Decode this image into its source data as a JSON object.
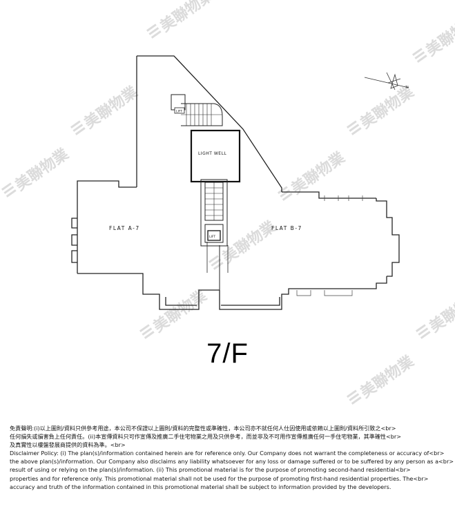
{
  "plan": {
    "floor_label": "7/F",
    "flats": [
      {
        "label": "FLAT A-7"
      },
      {
        "label": "FLAT B-7"
      }
    ],
    "rooms": {
      "light_well": "LIGHT WELL",
      "lift_upper": "LIFT",
      "lift_lower": "LIFT"
    }
  },
  "watermark": {
    "text": "美聯物業"
  },
  "disclaimer": {
    "lines": [
      "免責聲明:(i)以上圖則/資料只供參考用途，本公司不保證以上圖則/資料的完整性或準確性，本公司亦不就任何人仕因使用或依賴以上圖則/資料所引致之<br>",
      "任何損失或損害負上任何責任。(ii)本宣傳資料只可作宣傳及推廣二手住宅物業之用及只供參考，而並非及不可用作宣傳推廣任何一手住宅物業，其準確性<br>",
      "及真實性以樓盤發展商提供的資料為準。<br>",
      "Disclaimer Policy: (i) The plan(s)/information contained herein are for reference only. Our Company does not warrant the completeness or accuracy of<br>",
      "the above plan(s)/information. Our Company also disclaims any liability whatsoever for any loss or damage suffered or to be suffered by any person as a<br>",
      "result of using or relying on the plan(s)/information. (ii) This promotional material is for the purpose of promoting second-hand residential<br>",
      "properties and for reference only. This promotional material shall not be used for the purpose of promoting first-hand residential properties. The<br>",
      "accuracy and truth of the information contained in this promotional material shall be subject to information provided by the developers."
    ]
  }
}
